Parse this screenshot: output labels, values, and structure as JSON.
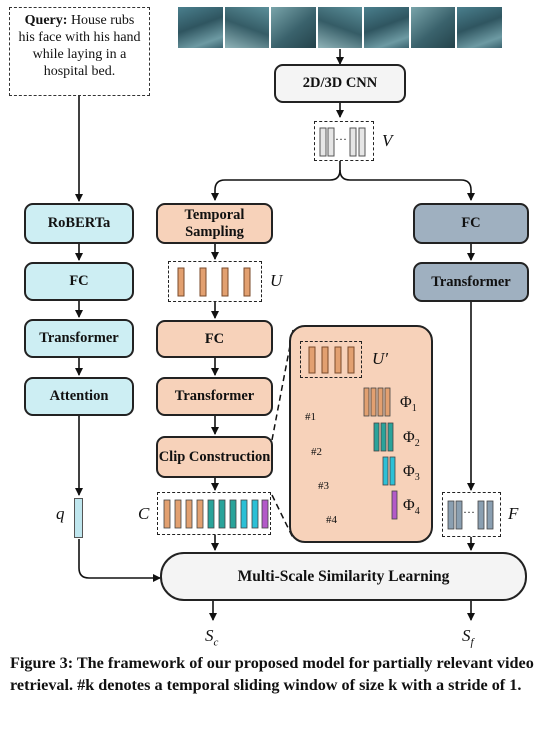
{
  "query": {
    "label": "Query:",
    "text": " House rubs his face with his hand while laying in a hospital bed."
  },
  "cnn": {
    "label": "2D/3D CNN"
  },
  "feature_labels": {
    "V": "V",
    "U": "U",
    "U_prime": "U′",
    "C": "C",
    "q": "q",
    "F": "F",
    "Sc": "S",
    "Sc_sub": "c",
    "Sf": "S",
    "Sf_sub": "f"
  },
  "text_branch": {
    "roberta": "RoBERTa",
    "fc": "FC",
    "transformer": "Transformer",
    "attention": "Attention"
  },
  "clip_branch": {
    "temporal_sampling": "Temporal Sampling",
    "fc": "FC",
    "transformer": "Transformer",
    "clip_construction": "Clip Construction"
  },
  "frame_branch": {
    "fc": "FC",
    "transformer": "Transformer"
  },
  "multiscale": {
    "scales": [
      {
        "tag": "#1",
        "phi": "Φ",
        "sub": "1"
      },
      {
        "tag": "#2",
        "phi": "Φ",
        "sub": "2"
      },
      {
        "tag": "#3",
        "phi": "Φ",
        "sub": "3"
      },
      {
        "tag": "#4",
        "phi": "Φ",
        "sub": "4"
      }
    ]
  },
  "ellipsis": "···",
  "similarity": {
    "label": "Multi-Scale Similarity Learning"
  },
  "caption": {
    "text": "Figure 3: The framework of our proposed model for partially relevant video retrieval. #k denotes a temporal sliding window of size k with a stride of 1."
  },
  "colors": {
    "cyan": "#cdeef3",
    "peach": "#f7d2ba",
    "slate": "#9fb0c0",
    "clip_orange": "#e2a070",
    "clip_teal": "#2aa39a",
    "clip_cyan": "#2cc0d6",
    "clip_magenta": "#b35ac8",
    "frame_gray": "#e6e6e6",
    "frame_slate": "#8a9fb1",
    "query_cyan": "#bfe6ee"
  }
}
